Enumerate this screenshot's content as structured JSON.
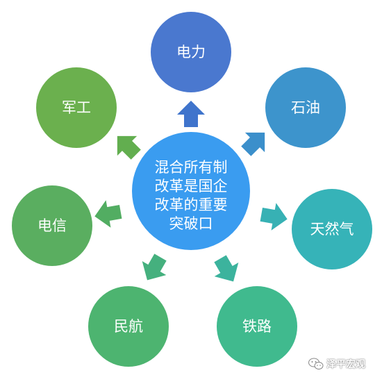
{
  "center": {
    "lines": [
      "混合所有制",
      "改革是国企",
      "改革的重要",
      "突破口"
    ],
    "color": "#3a9cf0"
  },
  "nodes": [
    {
      "id": "power",
      "label": "电力",
      "color": "#4a78cf"
    },
    {
      "id": "oil",
      "label": "石油",
      "color": "#3d94cc"
    },
    {
      "id": "gas",
      "label": "天然气",
      "color": "#36b3b8"
    },
    {
      "id": "railway",
      "label": "铁路",
      "color": "#40ba8e"
    },
    {
      "id": "aviation",
      "label": "民航",
      "color": "#4db470"
    },
    {
      "id": "telecom",
      "label": "电信",
      "color": "#5aae60"
    },
    {
      "id": "military",
      "label": "军工",
      "color": "#6bb04e"
    }
  ],
  "watermark": {
    "text": "泽平宏观",
    "icon": "wechat-icon"
  }
}
